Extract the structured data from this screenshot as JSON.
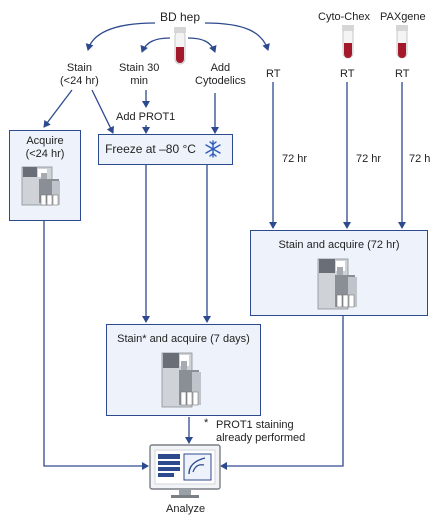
{
  "sources": {
    "bd_hep": "BD hep",
    "cyto_chex": "Cyto-Chex",
    "paxgene": "PAXgene"
  },
  "branches": {
    "stain_24": "Stain\n(<24 hr)",
    "stain_30": "Stain 30\nmin",
    "add_cytodelics": "Add\nCytodelics",
    "rt_1": "RT",
    "rt_2": "RT",
    "rt_3": "RT",
    "add_prot1": "Add PROT1",
    "hr72_1": "72 hr",
    "hr72_2": "72 hr",
    "hr72_3": "72 h"
  },
  "boxes": {
    "acquire": "Acquire\n(<24 hr)",
    "freeze": "Freeze at –80 °C",
    "stain_acquire_72": "Stain and acquire (72 hr)",
    "stain_acquire_7d": "Stain* and acquire (7 days)"
  },
  "footnote": {
    "marker": "*",
    "text": "PROT1 staining\nalready performed"
  },
  "final": {
    "analyze": "Analyze"
  },
  "colors": {
    "arrow": "#2e4a8f",
    "box_fill": "#eef3fb",
    "tube_red": "#a3192b",
    "snowflake": "#2e5cb8"
  },
  "icons": [
    "blood-tube-icon",
    "flow-cytometer-icon",
    "snowflake-icon",
    "computer-monitor-icon"
  ]
}
